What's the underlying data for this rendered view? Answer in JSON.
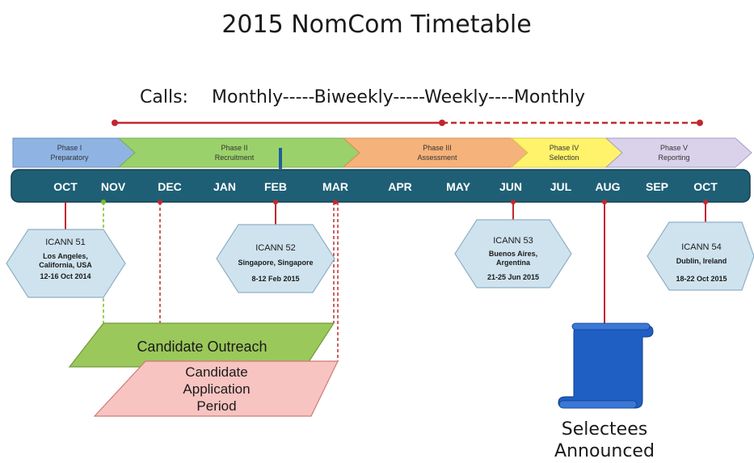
{
  "title": "2015 NomCom Timetable",
  "calls": {
    "label": "Calls:",
    "pattern": "Monthly-----Biweekly-----Weekly----Monthly"
  },
  "phases": [
    {
      "line1": "Phase I",
      "line2": "Preparatory",
      "color": "#8fb4e3"
    },
    {
      "line1": "Phase II",
      "line2": "Recruitment",
      "color": "#9bd16a"
    },
    {
      "line1": "Phase III",
      "line2": "Assessment",
      "color": "#f5b27a"
    },
    {
      "line1": "Phase IV",
      "line2": "Selection",
      "color": "#fff36b"
    },
    {
      "line1": "Phase V",
      "line2": "Reporting",
      "color": "#d9d2ea"
    }
  ],
  "months": [
    "OCT",
    "NOV",
    "DEC",
    "JAN",
    "FEB",
    "MAR",
    "APR",
    "MAY",
    "JUN",
    "JUL",
    "AUG",
    "SEP",
    "OCT"
  ],
  "meetings": [
    {
      "name": "ICANN 51",
      "place": [
        "Los Angeles,",
        "California,  USA"
      ],
      "dates": "12-16 Oct 2014"
    },
    {
      "name": "ICANN 52",
      "place": [
        "Singapore,  Singapore"
      ],
      "dates": "8-12 Feb 2015"
    },
    {
      "name": "ICANN 53",
      "place": [
        "Buenos Aires,",
        "Argentina"
      ],
      "dates": "21-25 Jun 2015"
    },
    {
      "name": "ICANN 54",
      "place": [
        "Dublin,  Ireland"
      ],
      "dates": "18-22 Oct 2015"
    }
  ],
  "outreach": {
    "label": "Candidate  Outreach",
    "color": "#9bc85a"
  },
  "application": {
    "lines": [
      "Candidate",
      "Application",
      "Period"
    ],
    "color": "#f7c4c1"
  },
  "selectees": {
    "lines": [
      "Selectees",
      "Announced"
    ],
    "color": "#1f5fc4"
  },
  "colors": {
    "bar": "#1f5f75",
    "marker": "#c0282d",
    "outreach_marker": "#7bbf2a",
    "month_text": "#ffffff"
  }
}
